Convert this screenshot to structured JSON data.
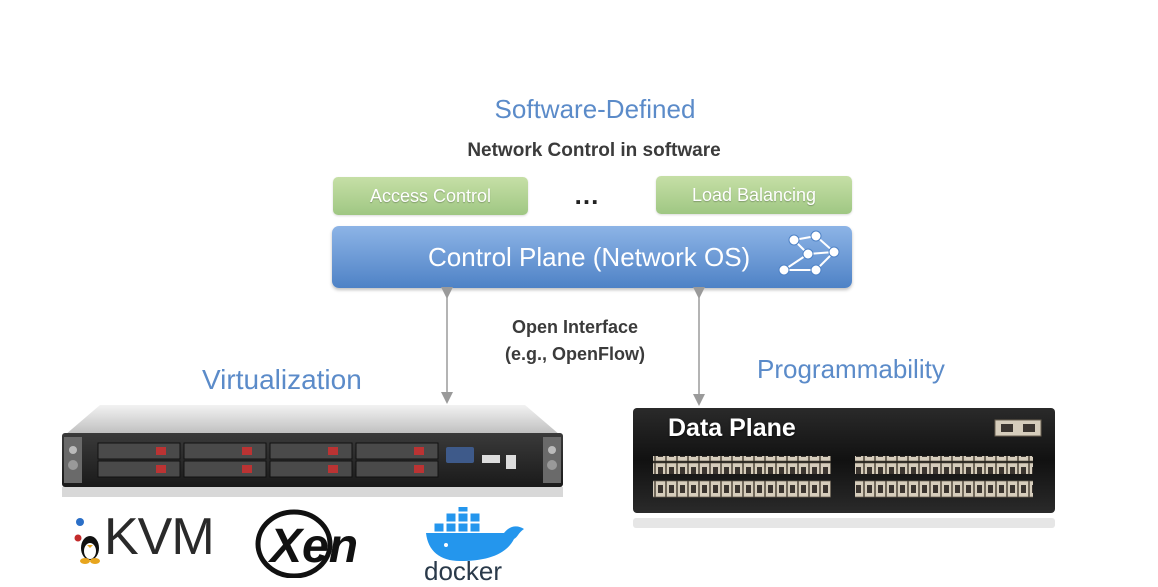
{
  "diagram": {
    "title": "Software-Defined",
    "subtitle": "Network Control in software",
    "apps": {
      "left": "Access Control",
      "ellipsis": "…",
      "right": "Load Balancing"
    },
    "control_plane": "Control Plane (Network OS)",
    "interface": {
      "line1": "Open Interface",
      "line2": "(e.g., OpenFlow)"
    },
    "virtualization": "Virtualization",
    "programmability": "Programmability",
    "data_plane": "Data Plane",
    "logos": {
      "kvm": "KVM",
      "xen": "Xen",
      "docker": "docker"
    },
    "colors": {
      "heading_blue": "#5b8bc9",
      "control_plane_blue": "#4e82c6",
      "app_green": "#9fc783",
      "arrow_gray": "#9a9a9a"
    },
    "icons": [
      "network-graph-icon",
      "server-rack-image",
      "network-switch-image",
      "kvm-logo",
      "xen-logo",
      "docker-logo"
    ]
  }
}
